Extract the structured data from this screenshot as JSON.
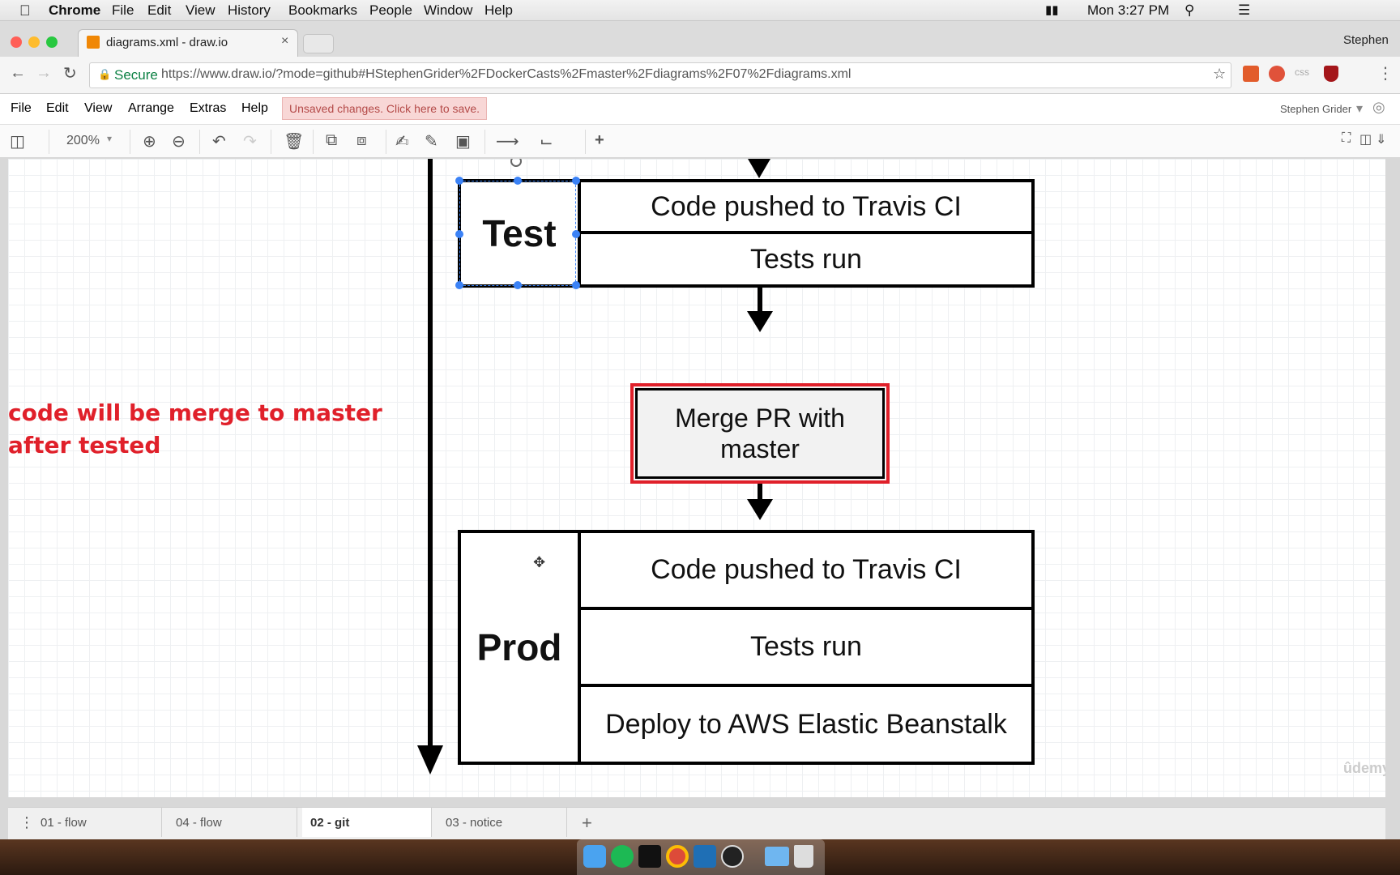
{
  "macos": {
    "app": "Chrome",
    "menus": [
      "File",
      "Edit",
      "View",
      "History",
      "Bookmarks",
      "People",
      "Window",
      "Help"
    ],
    "clock": "Mon 3:27 PM"
  },
  "browser": {
    "tab_title": "diagrams.xml - draw.io",
    "profile": "Stephen",
    "secure_label": "Secure",
    "url": "https://www.draw.io/?mode=github#HStephenGrider%2FDockerCasts%2Fmaster%2Fdiagrams%2F07%2Fdiagrams.xml"
  },
  "drawio": {
    "menus": [
      "File",
      "Edit",
      "View",
      "Arrange",
      "Extras",
      "Help"
    ],
    "unsaved": "Unsaved changes. Click here to save.",
    "user": "Stephen Grider",
    "zoom": "200%",
    "sheets": [
      "01 - flow",
      "04 - flow",
      "02 - git",
      "03 - notice"
    ],
    "active_sheet": "02 - git"
  },
  "diagram": {
    "annotation_line1": "code will be merge to master",
    "annotation_line2": "after tested",
    "test_label": "Test",
    "test_step1": "Code pushed to Travis CI",
    "test_step2": "Tests run",
    "merge_line1": "Merge PR with",
    "merge_line2": "master",
    "prod_label": "Prod",
    "prod_step1": "Code pushed to Travis CI",
    "prod_step2": "Tests run",
    "prod_step3": "Deploy to AWS Elastic Beanstalk",
    "watermark": "ûdemy"
  },
  "colors": {
    "accent_red": "#e0202a",
    "selection": "#3b82f6"
  }
}
